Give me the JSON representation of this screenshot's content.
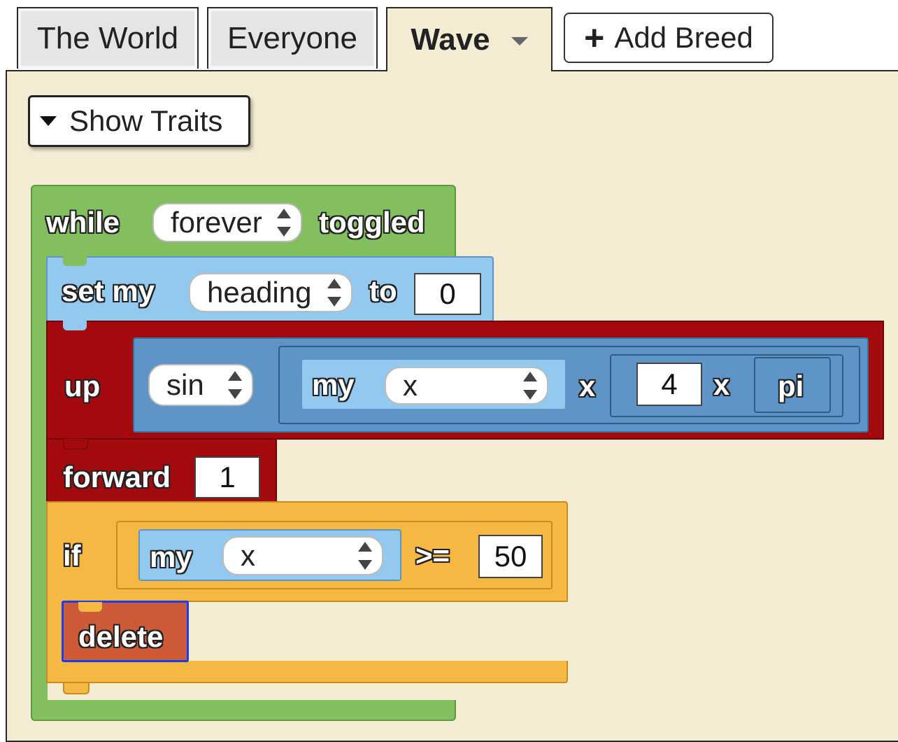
{
  "tabs": {
    "world": "The World",
    "everyone": "Everyone",
    "wave": "Wave",
    "add_breed": "Add Breed"
  },
  "panel": {
    "show_traits": "Show Traits"
  },
  "blocks": {
    "while": {
      "label": "while",
      "condition": "forever",
      "suffix": "toggled"
    },
    "set": {
      "label": "set my",
      "trait": "heading",
      "to": "to",
      "value": "0"
    },
    "up": {
      "label": "up",
      "func": "sin",
      "my": "my",
      "trait": "x",
      "times1": "x",
      "value": "4",
      "times2": "x",
      "const": "pi"
    },
    "forward": {
      "label": "forward",
      "value": "1"
    },
    "if": {
      "label": "if",
      "my": "my",
      "trait": "x",
      "op": ">=",
      "value": "50"
    },
    "delete": {
      "label": "delete"
    }
  },
  "colors": {
    "green": "#83bf5e",
    "light_blue": "#94c9ef",
    "mid_blue": "#5e94c6",
    "dark_red": "#a20a0e",
    "orange": "#f5b843",
    "delete": "#cc5a36",
    "panel_bg": "#f3ecd2"
  }
}
